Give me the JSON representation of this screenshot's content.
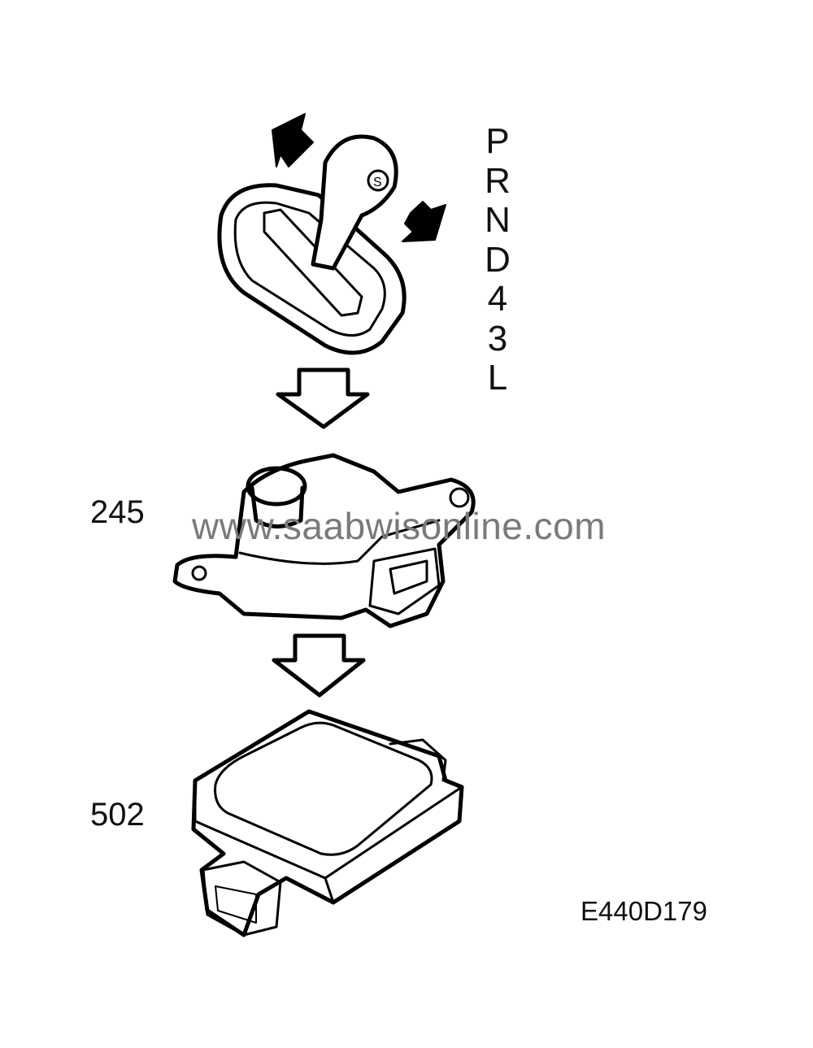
{
  "gear_positions": [
    "P",
    "R",
    "N",
    "D",
    "4",
    "3",
    "L"
  ],
  "selector_knob_symbol": "S",
  "components": [
    {
      "id": "245",
      "label": "245"
    },
    {
      "id": "502",
      "label": "502"
    }
  ],
  "watermark": "www.saabwisonline.com",
  "figure_code": "E440D179"
}
